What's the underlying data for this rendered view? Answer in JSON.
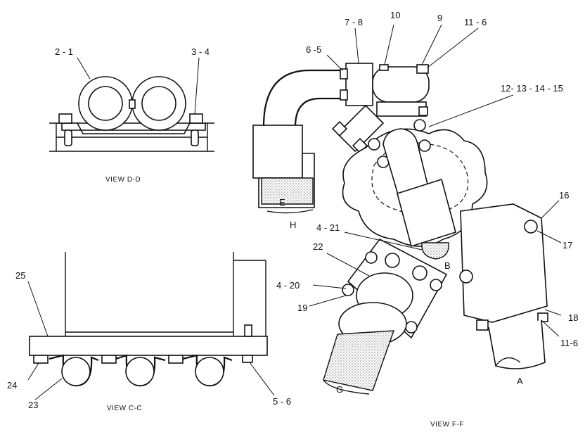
{
  "views": {
    "view_dd": {
      "caption": "VIEW D-D",
      "callouts": [
        "2 - 1",
        "3 - 4"
      ]
    },
    "view_cc": {
      "caption": "VIEW C-C",
      "callouts": [
        "25",
        "24",
        "23",
        "5 - 6"
      ]
    },
    "view_ff": {
      "caption": "VIEW F-F",
      "callouts": [
        "6 -5",
        "7 - 8",
        "10",
        "9",
        "11 - 6",
        "12- 13 - 14 - 15",
        "16",
        "17",
        "4 - 21",
        "22",
        "4 - 20",
        "19",
        "18",
        "11-6"
      ],
      "port_letters": [
        "E",
        "H",
        "B",
        "G",
        "A"
      ]
    }
  }
}
